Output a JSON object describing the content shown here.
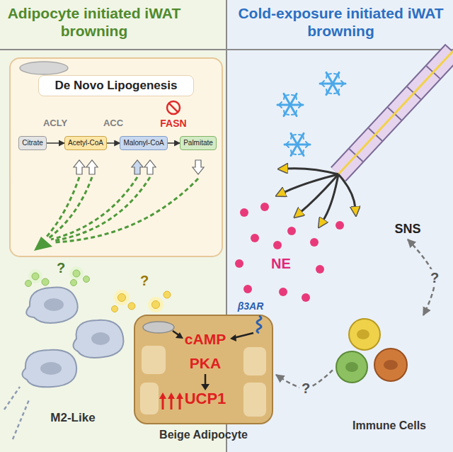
{
  "diagram": {
    "nodes": [
      {
        "text": [
          "De Novo Lipogenesis"
        ]
      },
      {
        "text": [
          "Citrate"
        ],
        "in": 0
      },
      {
        "text": [
          "Acetyl-CoA"
        ],
        "in": 0
      },
      {
        "text": [
          "Malonyl-CoA"
        ],
        "in": 0
      },
      {
        "text": [
          "Palmitate"
        ],
        "in": 0
      },
      {
        "text": [
          "M2-Like"
        ]
      },
      {
        "text": [
          "cAMP",
          "PKA",
          "UCP1",
          "Beige Adipocyte"
        ]
      },
      {
        "text": [
          "SNS"
        ]
      },
      {
        "text": [
          "Immune Cells"
        ]
      }
    ],
    "edges": [
      {
        "from": 1,
        "to": 2,
        "arrow": "to"
      },
      {
        "from": 2,
        "to": 3,
        "arrow": "to"
      },
      {
        "from": 3,
        "to": 4,
        "arrow": "to"
      },
      {
        "from": 7,
        "to": 8,
        "label": "?",
        "arrow": "both"
      },
      {
        "from": 8,
        "to": 6,
        "label": "?",
        "arrow": "to"
      }
    ],
    "labels": [
      "Adipocyte initiated iWAT browning",
      "Cold-exposure initiated iWAT browning",
      "ACLY",
      "ACC",
      "FASN",
      "?",
      "?",
      "β3AR",
      "NE"
    ]
  }
}
